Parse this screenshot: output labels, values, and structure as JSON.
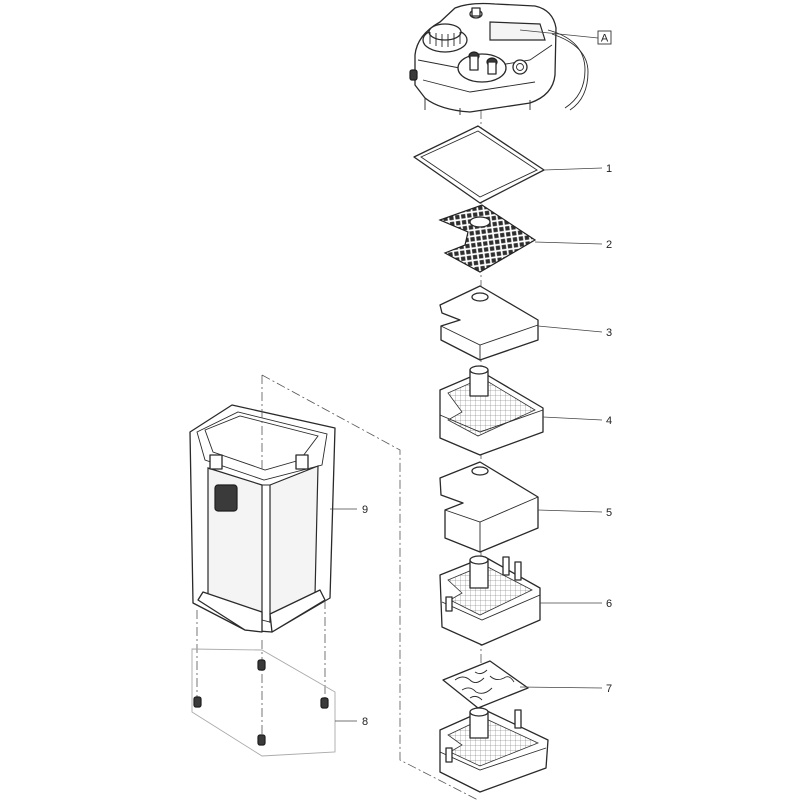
{
  "callouts": {
    "A": "A",
    "p1": "1",
    "p2": "2",
    "p3": "3",
    "p4": "4",
    "p5": "5",
    "p6": "6",
    "p7": "7",
    "p8": "8",
    "p9": "9"
  }
}
